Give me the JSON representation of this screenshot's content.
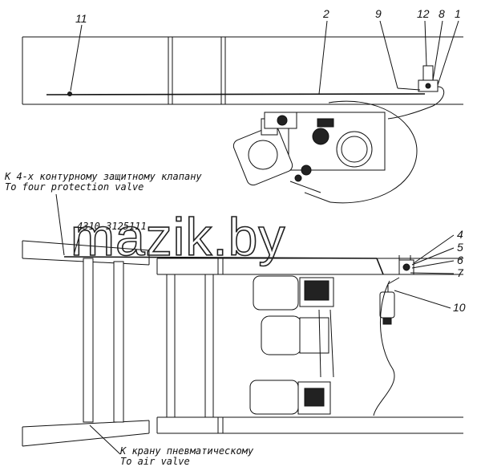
{
  "callouts": {
    "c1": "1",
    "c2": "2",
    "c4": "4",
    "c5": "5",
    "c6": "6",
    "c7": "7",
    "c8": "8",
    "c9": "9",
    "c10": "10",
    "c11": "11",
    "c12": "12"
  },
  "labels": {
    "ru_protection": "К 4-х контурному защитному клапану",
    "en_protection": "To four protection valve",
    "part_number": "4310-3125111",
    "ru_air": "К крану пневматическому",
    "en_air": "To air valve"
  },
  "watermark": "mazik.by"
}
